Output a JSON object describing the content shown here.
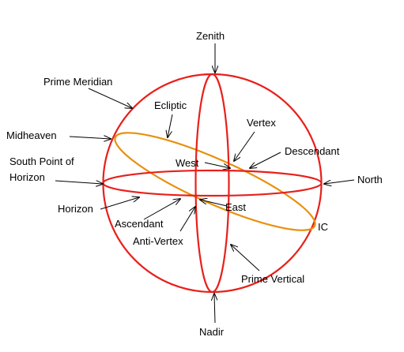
{
  "colors": {
    "circle": "#e8201b",
    "ecliptic": "#e8900c",
    "arrow": "#000000",
    "background": "#ffffff"
  },
  "labels": {
    "zenith": "Zenith",
    "prime_meridian": "Prime Meridian",
    "ecliptic": "Ecliptic",
    "midheaven": "Midheaven",
    "vertex": "Vertex",
    "descendant": "Descendant",
    "south_point_line1": "South Point of",
    "south_point_line2": "Horizon",
    "west": "West",
    "north": "North",
    "horizon": "Horizon",
    "east": "East",
    "ascendant": "Ascendant",
    "ic": "IC",
    "anti_vertex": "Anti-Vertex",
    "prime_vertical": "Prime Vertical",
    "nadir": "Nadir"
  }
}
